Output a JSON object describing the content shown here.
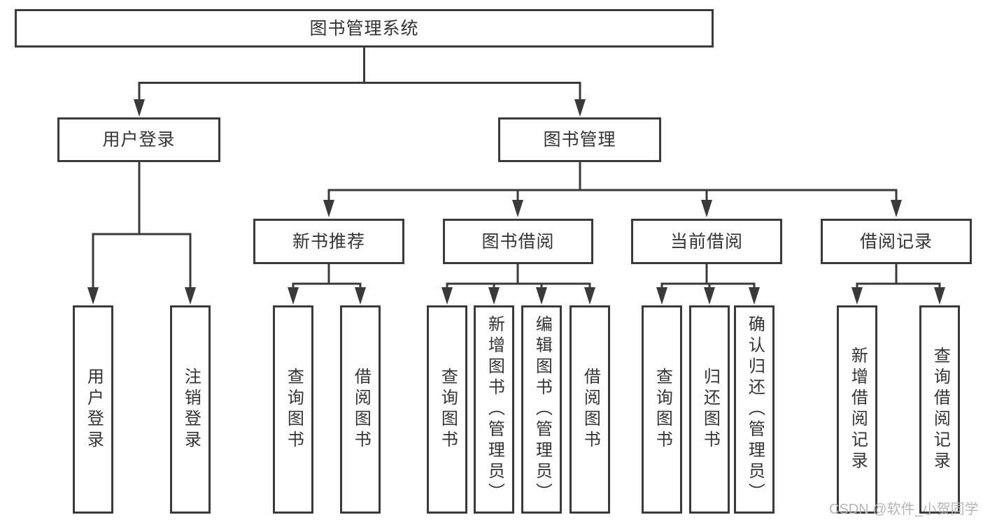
{
  "colors": {
    "line": "#3a3a3a",
    "border": "#3a3a3a",
    "text": "#333333",
    "watermark": "#b5b5b5",
    "background": "#ffffff"
  },
  "watermark": {
    "text": "CSDN @软件_小贺同学"
  },
  "diagram": {
    "root": {
      "label": "图书管理系统"
    },
    "branches": {
      "user_login": {
        "label": "用户登录",
        "children": [
          "用户登录",
          "注销登录"
        ]
      },
      "book_mgmt": {
        "label": "图书管理",
        "sections": [
          {
            "label": "新书推荐",
            "children": [
              "查询图书",
              "借阅图书"
            ]
          },
          {
            "label": "图书借阅",
            "children": [
              "查询图书",
              "新增图书（管理员）",
              "编辑图书（管理员）",
              "借阅图书"
            ]
          },
          {
            "label": "当前借阅",
            "children": [
              "查询图书",
              "归还图书",
              "确认归还（管理员）"
            ]
          },
          {
            "label": "借阅记录",
            "children": [
              "新增借阅记录",
              "查询借阅记录"
            ]
          }
        ]
      }
    }
  }
}
